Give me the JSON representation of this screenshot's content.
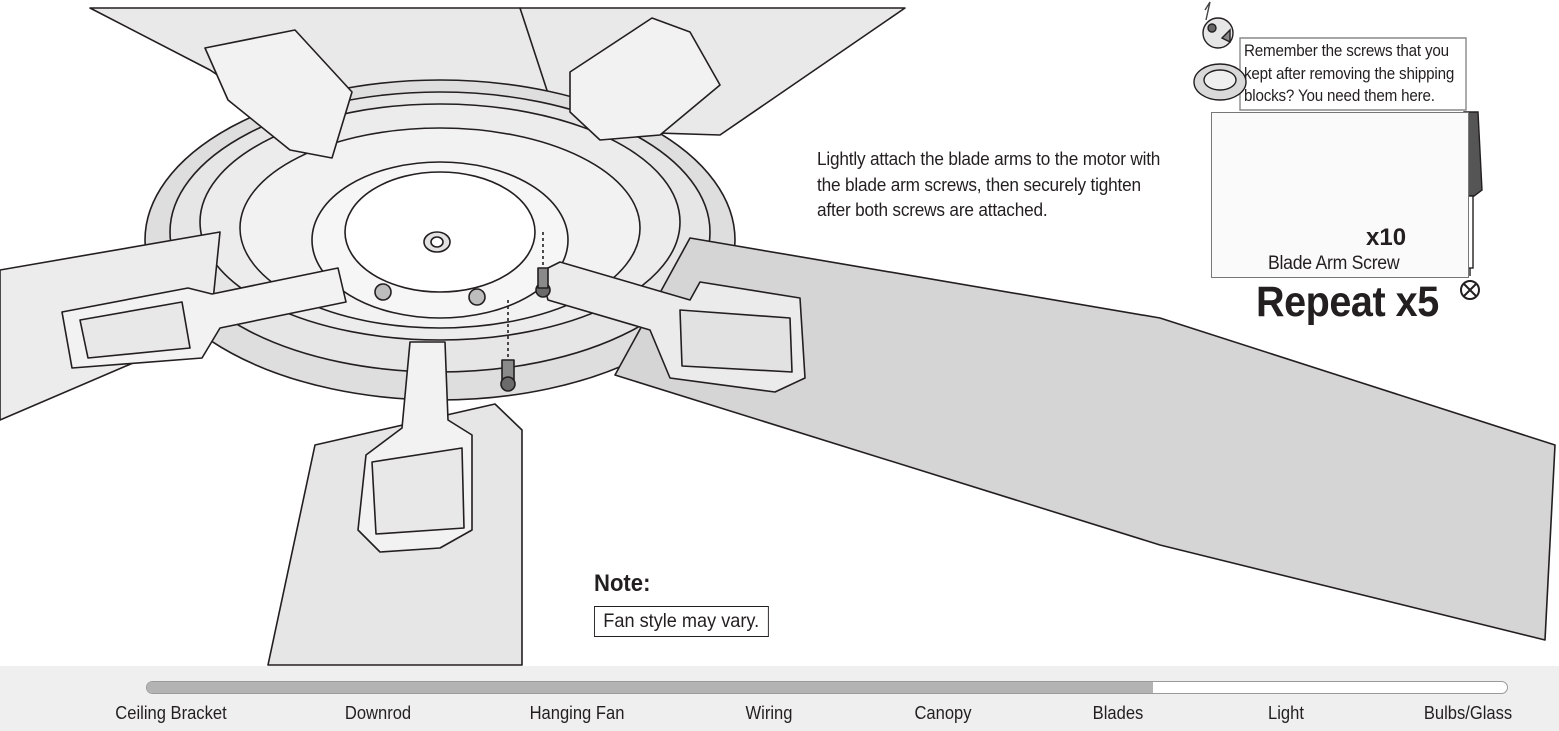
{
  "instruction": "Lightly attach the blade arms to the motor with the blade arm screws, then securely tighten after both screws are attached.",
  "inset": {
    "callout": "Remember the screws that you kept after removing the shipping blocks? You need them here.",
    "quantity": "x10",
    "part_name": "Blade Arm Screw",
    "tool_icon": "phillips-screwdriver-icon"
  },
  "repeat_label": "Repeat x5",
  "note": {
    "title": "Note:",
    "text": "Fan style may vary."
  },
  "progress": {
    "completed_fraction": 0.74,
    "fill_color": "#b3b3b3",
    "steps": [
      "Ceiling Bracket",
      "Downrod",
      "Hanging Fan",
      "Wiring",
      "Canopy",
      "Blades",
      "Light",
      "Bulbs/Glass"
    ]
  }
}
